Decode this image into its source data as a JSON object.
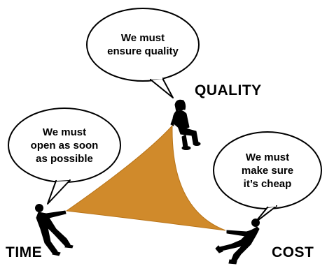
{
  "labels": {
    "quality": "QUALITY",
    "time": "TIME",
    "cost": "COST"
  },
  "bubbles": {
    "quality": "We must\nensure quality",
    "time": "We must\nopen as soon\nas possible",
    "cost": "We must\nmake sure\nit’s cheap"
  },
  "colors": {
    "triangle_fill": "#D08A2B",
    "figure": "#000000",
    "bubble_stroke": "#000000",
    "background": "#FFFFFF"
  }
}
